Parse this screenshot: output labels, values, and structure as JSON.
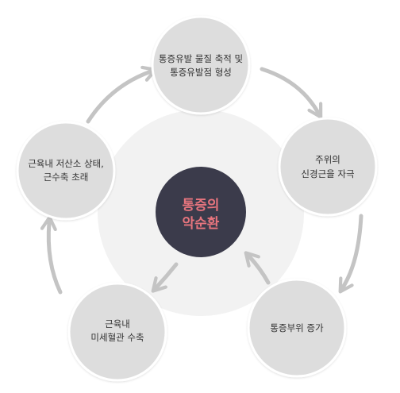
{
  "center": {
    "line1": "통증의",
    "line2": "악순환",
    "fill_color": "#3b3b4b",
    "text_color": "#e7757e"
  },
  "nodes": {
    "top": {
      "line1": "통증유발 물질 축적 및",
      "line2": "통증유발점 형성"
    },
    "right": {
      "line1": "주위의",
      "line2": "신경근을 자극"
    },
    "bottom_right": {
      "line1": "통증부위 증가",
      "line2": ""
    },
    "bottom_left": {
      "line1": "근육내",
      "line2": "미세혈관 수축"
    },
    "left": {
      "line1": "근육내 저산소 상태,",
      "line2": "근수축 초래"
    }
  },
  "colors": {
    "node_fill": "#dddddd",
    "node_stroke": "#ffffff",
    "halo": "#f2f2f2",
    "arrow": "#c4c4c4"
  }
}
